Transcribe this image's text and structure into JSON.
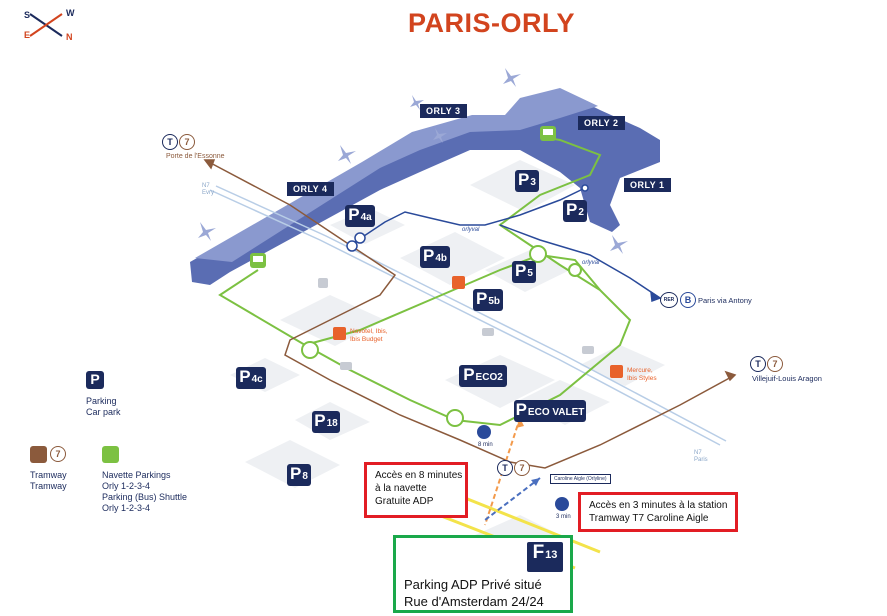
{
  "title": "PARIS-ORLY",
  "compass": [
    "S",
    "W",
    "E",
    "N"
  ],
  "terminals": [
    "ORLY 1",
    "ORLY 2",
    "ORLY 3",
    "ORLY 4"
  ],
  "parkings": [
    {
      "id": "p3",
      "main": "P",
      "sub": "3"
    },
    {
      "id": "p2",
      "main": "P",
      "sub": "2"
    },
    {
      "id": "p4a",
      "main": "P",
      "sub": "4a"
    },
    {
      "id": "p4b",
      "main": "P",
      "sub": "4b"
    },
    {
      "id": "p5",
      "main": "P",
      "sub": "5"
    },
    {
      "id": "p5b",
      "main": "P",
      "sub": "5b"
    },
    {
      "id": "p4c",
      "main": "P",
      "sub": "4c"
    },
    {
      "id": "peco2",
      "main": "P",
      "sub": "ECO2"
    },
    {
      "id": "pecovalet",
      "main": "P",
      "sub": "ECO VALET"
    },
    {
      "id": "p18",
      "main": "P",
      "sub": "18"
    },
    {
      "id": "p8",
      "main": "P",
      "sub": "8"
    },
    {
      "id": "f13",
      "main": "F",
      "sub": "13"
    }
  ],
  "places": {
    "porte_essonne": "Porte de l'Essonne",
    "villejuif": "Villejuif-Louis Aragon",
    "paris_antony": "Paris via Antony",
    "n7_evry": "N7\nEvry",
    "n7_paris": "N7\nParis",
    "caroline_aigle_badge": "Caroline Aigle (Orlyline)",
    "orlyval": "orlyval",
    "walk_8": "8 min",
    "walk_3": "3 min"
  },
  "line_badges": {
    "tram": "T",
    "tram_number": "7",
    "rer": "RER",
    "rer_line": "B"
  },
  "hotels": {
    "novotel": "Novotel, Ibis,\nIbis Budget",
    "mercure": "Mercure,\nIbis Styles"
  },
  "legend": {
    "parking_label": "Parking\nCar park",
    "tram_label": "Tramway\nTramway",
    "shuttle_label": "Navette Parkings\nOrly 1-2-3-4\nParking (Bus) Shuttle\nOrly 1-2-3-4"
  },
  "callouts": {
    "navette": "Accès en 8 minutes\nà la navette\nGratuite ADP",
    "tram": "Accès en 3 minutes à la station\nTramway T7 Caroline Aigle",
    "parking_prive": "Parking ADP Privé situé\nRue d'Amsterdam 24/24"
  },
  "colors": {
    "title": "#d2441e",
    "navy": "#1b2a5c",
    "terminal_blue": "#5a6db3",
    "shuttle_green": "#7cc142",
    "tram_brown": "#8b5a3c",
    "orlyval_blue": "#2a4a9a",
    "hotel_orange": "#e8622b",
    "callout_red": "#e21d24",
    "callout_green": "#1aa84a",
    "road_yellow": "#f3e34a"
  }
}
